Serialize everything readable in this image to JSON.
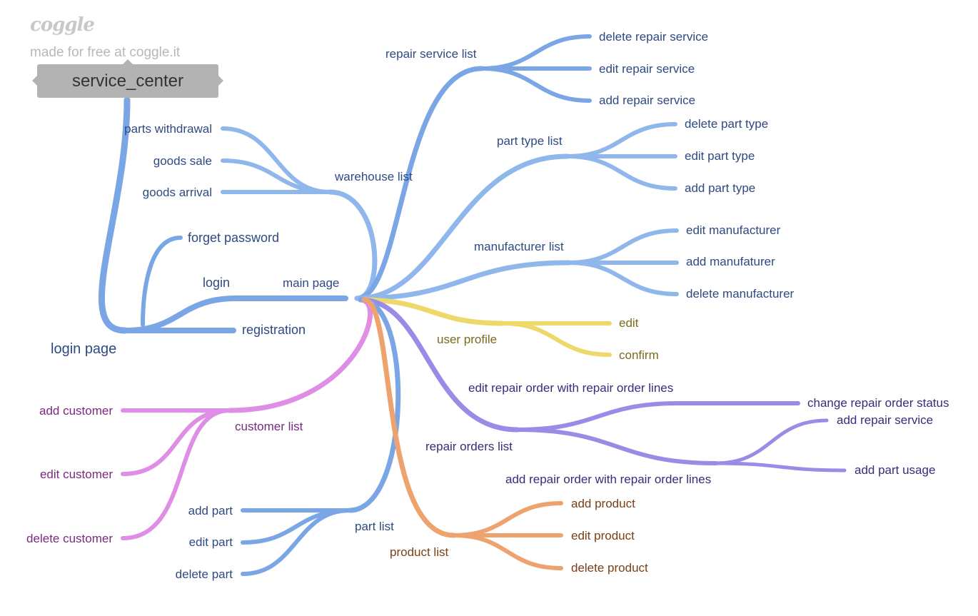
{
  "watermark": {
    "brand": "coggle",
    "tagline": "made for free at coggle.it"
  },
  "root": "service_center",
  "colors": {
    "blue": "#7ba6e6",
    "lightblue": "#8fb7ec",
    "yellow": "#eed86a",
    "purple": "#9a8be6",
    "pink": "#df8ee6",
    "orange": "#eea36e",
    "root_bg": "#b3b3b3",
    "text_blue": "#2e4a82",
    "text_olive": "#7a6a1e",
    "text_purple": "#3c2a7a",
    "text_pink": "#7a2a80",
    "text_orange": "#7a4016"
  },
  "nodes": {
    "login_page": "login page",
    "login": "login",
    "forget_password": "forget password",
    "registration": "registration",
    "main_page": "main page",
    "warehouse_list": "warehouse list",
    "parts_withdrawal": "parts withdrawal",
    "goods_sale": "goods sale",
    "goods_arrival": "goods arrival",
    "repair_service_list": "repair service list",
    "delete_repair_service": "delete repair service",
    "edit_repair_service": "edit repair service",
    "add_repair_service": "add repair service",
    "part_type_list": "part type list",
    "delete_part_type": "delete part type",
    "edit_part_type": "edit part type",
    "add_part_type": "add part type",
    "manufacturer_list": "manufacturer list",
    "edit_manufacturer": "edit manufacturer",
    "add_manufaturer": "add manufaturer",
    "delete_manufacturer": "delete manufacturer",
    "user_profile": "user profile",
    "edit": "edit",
    "confirm": "confirm",
    "repair_orders_list": "repair orders list",
    "edit_repair_order": "edit repair order with repair order lines",
    "change_repair_order_status": "change repair order status",
    "add_repair_order": "add repair order with repair order lines",
    "ro_add_repair_service": "add repair service",
    "add_part_usage": "add part usage",
    "customer_list": "customer list",
    "add_customer": "add customer",
    "edit_customer": "edit customer",
    "delete_customer": "delete customer",
    "part_list": "part list",
    "add_part": "add part",
    "edit_part": "edit part",
    "delete_part": "delete part",
    "product_list": "product list",
    "add_product": "add product",
    "edit_product": "edit product",
    "delete_product": "delete product"
  }
}
